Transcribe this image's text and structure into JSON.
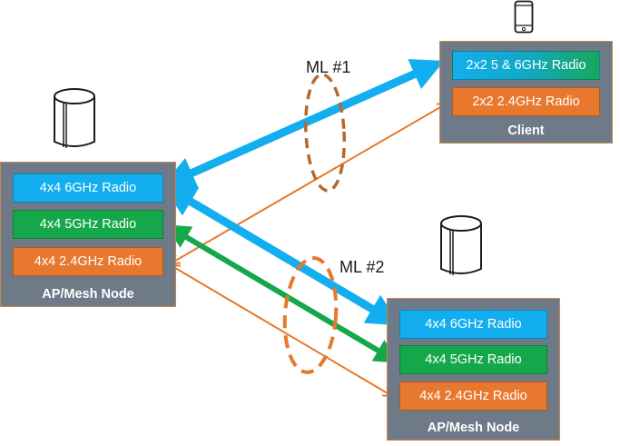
{
  "diagram": {
    "nodes": {
      "ap_left": {
        "label": "AP/Mesh Node",
        "icon": "mesh-node-cylinder-icon",
        "radios": [
          "4x4 6GHz Radio",
          "4x4 5GHz Radio",
          "4x4 2.4GHz Radio"
        ]
      },
      "client": {
        "label": "Client",
        "icon": "smartphone-icon",
        "radios": [
          "2x2 5 & 6GHz Radio",
          "2x2 2.4GHz Radio"
        ]
      },
      "ap_right": {
        "label": "AP/Mesh Node",
        "icon": "mesh-node-cylinder-icon",
        "radios": [
          "4x4 6GHz Radio",
          "4x4 5GHz Radio",
          "4x4 2.4GHz Radio"
        ]
      }
    },
    "multilinks": [
      {
        "label": "ML #1",
        "between": [
          "AP/Mesh Node",
          "Client"
        ],
        "links": [
          "6GHz (bidirectional)",
          "2.4GHz"
        ]
      },
      {
        "label": "ML #2",
        "between": [
          "AP/Mesh Node",
          "AP/Mesh Node"
        ],
        "links": [
          "6GHz (bidirectional)",
          "5GHz (bidirectional)",
          "2.4GHz (bidirectional)"
        ]
      }
    ],
    "colors": {
      "band_6ghz": "#12aeef",
      "band_5ghz": "#15a84a",
      "band_2_4ghz": "#e8782e",
      "node_bg": "#6e7a88",
      "ml1_ellipse": "#b5692e",
      "ml2_ellipse": "#e8782e"
    }
  }
}
